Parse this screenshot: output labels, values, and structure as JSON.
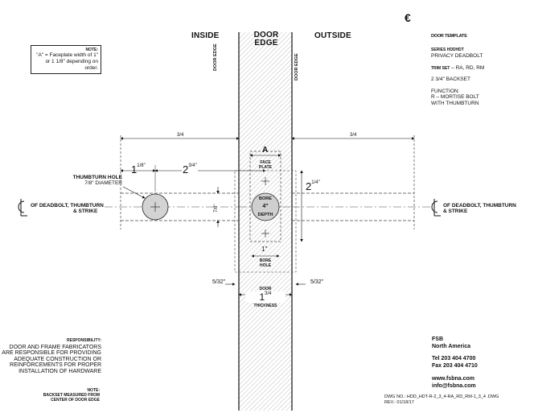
{
  "currency_symbol": "€",
  "headers": {
    "inside": "INSIDE",
    "door_edge_line1": "DOOR",
    "door_edge_line2": "EDGE",
    "outside": "OUTSIDE"
  },
  "note_box": {
    "title": "NOTE:",
    "text": "\"A\" = Faceplate width of 1\" or 1 1/8\" depending on order."
  },
  "door_edge_vertical": "DOOR EDGE",
  "template_info": {
    "title": "DOOR TEMPLATE",
    "series_label": "SERIES HDDHDT",
    "series_value": "PRIVACY DEADBOLT",
    "trim_label": "TRIM SET",
    "trim_value": "– RA, RD, RM",
    "backset_value": "2 3/4\"",
    "backset_label": "BACKSET",
    "function_label": "FUNCTION:",
    "function_line1": "R – MORTISE BOLT",
    "function_line2": "WITH THUMBTURN"
  },
  "dims": {
    "left_span": "3/4",
    "right_span": "3/4",
    "one_eighth_whole": "1",
    "one_eighth_frac": "1/8\"",
    "two_three_quarter_whole": "2",
    "two_three_quarter_frac": "3/4\"",
    "seven_eighths": "7/8\"",
    "face_a": "A",
    "face_plate_1": "FACE",
    "face_plate_2": "PLATE",
    "two_quarter_whole": "2",
    "two_quarter_frac": "1/4\"",
    "bore_1": "BORE",
    "bore_2": "4\"",
    "bore_3": "DEPTH",
    "one_inch": "1\"",
    "bore_hole_1": "BORE",
    "bore_hole_2": "HOLE",
    "five_32_left": "5/32\"",
    "five_32_right": "5/32\"",
    "door_thick_1": "DOOR",
    "door_thick_whole": "1",
    "door_thick_frac": "3/4",
    "door_thick_2": "THICKNESS"
  },
  "thumbturn_label": {
    "line1": "THUMBTURN HOLE",
    "line2": "7/8\" DIAMETER"
  },
  "centerline_left": {
    "line1": "OF DEADBOLT, THUMBTURN",
    "line2": "& STRIKE"
  },
  "centerline_right": {
    "line1": "OF DEADBOLT, THUMBTURN",
    "line2": "& STRIKE"
  },
  "responsibility": {
    "title": "RESPONSIBILITY:",
    "lines": [
      "DOOR AND FRAME FABRICATORS",
      "ARE RESPONSIBLE FOR PROVIDING",
      "ADEQUATE CONSTRUCTION OR",
      "REINFORCEMENTS FOR PROPER",
      "INSTALLATION OF HARDWARE"
    ]
  },
  "bottom_note": {
    "title": "NOTE:",
    "line1": "BACKSET MEASURED FROM",
    "line2": "CENTER OF DOOR EDGE"
  },
  "company": {
    "name": "FSB",
    "region": "North America",
    "tel": "Tel 203 404 4700",
    "fax": "Fax 203 404 4710",
    "web": "www.fsbna.com",
    "email": "info@fsbna.com"
  },
  "drawing": {
    "dwg_no": "DWG NO.: HDD_HDT-R-2_3_4-RA_RD_RM-1_3_4 .DWG",
    "rev": "REV.: 01/18/17"
  }
}
